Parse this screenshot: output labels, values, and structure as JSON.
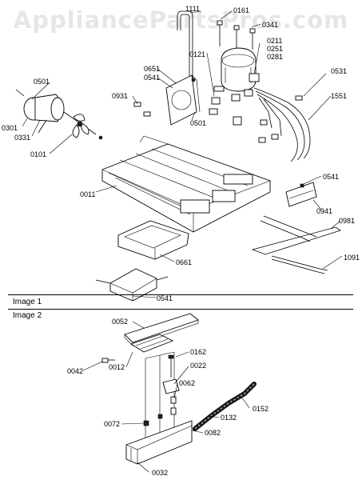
{
  "watermark": "AppliancePartsPros.com",
  "image_labels": {
    "image1": "Image 1",
    "image2": "Image 2"
  },
  "parts_image1": {
    "p1111": "1111",
    "p0161": "0161",
    "p0341": "0341",
    "p0121": "0121",
    "p0211": "0211",
    "p0251": "0251",
    "p0281": "0281",
    "p0651": "0651",
    "p0541a": "0541",
    "p0531": "0531",
    "p0501a": "0501",
    "p0931": "0931",
    "p1551": "1551",
    "p0501b": "0501",
    "p0301": "0301",
    "p0331": "0331",
    "p0101": "0101",
    "p0011": "0011",
    "p0541b": "0541",
    "p0941": "0941",
    "p0981": "0981",
    "p1091": "1091",
    "p0661": "0661",
    "p0541c": "0541"
  },
  "parts_image2": {
    "p0052": "0052",
    "p0162": "0162",
    "p0042": "0042",
    "p0012": "0012",
    "p0022": "0022",
    "p0062": "0062",
    "p0152": "0152",
    "p0132": "0132",
    "p0072": "0072",
    "p0082": "0082",
    "p0032": "0032"
  }
}
